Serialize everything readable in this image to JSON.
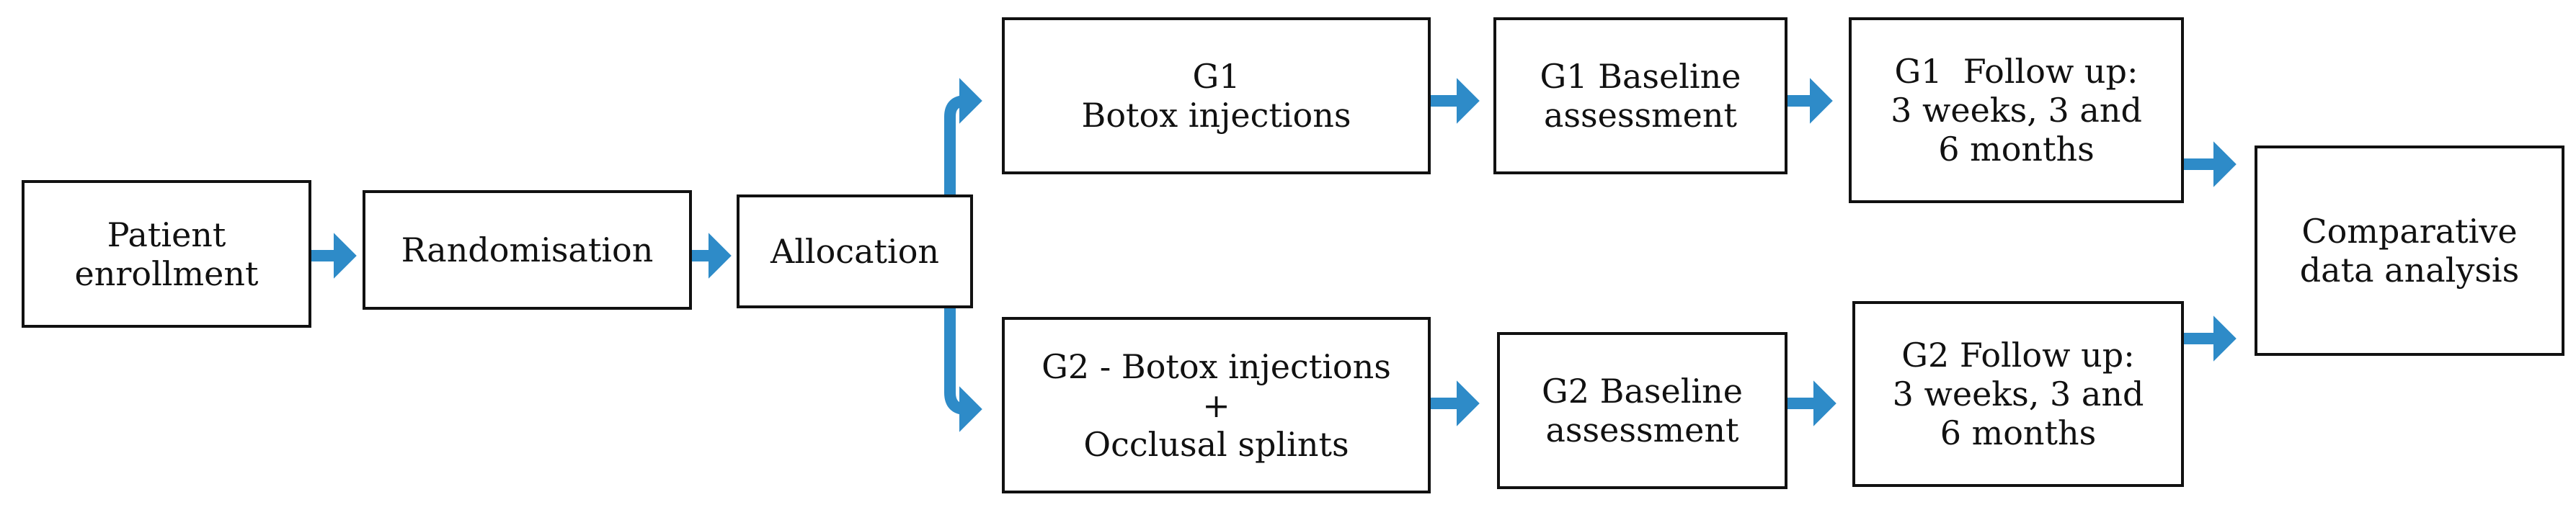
{
  "colors": {
    "arrow": "#2e8bc8",
    "arrow_edge": "#1c5f8e",
    "border": "#111111",
    "text": "#111111"
  },
  "boxes": {
    "patient_enrollment": [
      "Patient",
      "enrollment"
    ],
    "randomisation": [
      "Randomisation"
    ],
    "allocation": [
      "Allocation"
    ],
    "g1_intervention": [
      "G1",
      "Botox injections"
    ],
    "g2_intervention": [
      "G2 - Botox injections",
      "+",
      "Occlusal splints"
    ],
    "g1_baseline": [
      "G1 Baseline",
      "assessment"
    ],
    "g2_baseline": [
      "G2 Baseline",
      "assessment"
    ],
    "g1_followup": [
      "G1  Follow up:",
      "3 weeks, 3 and",
      "6 months"
    ],
    "g2_followup": [
      "G2 Follow up:",
      "3 weeks, 3 and",
      "6 months"
    ],
    "comparative_analysis": [
      "Comparative",
      "data analysis"
    ]
  }
}
